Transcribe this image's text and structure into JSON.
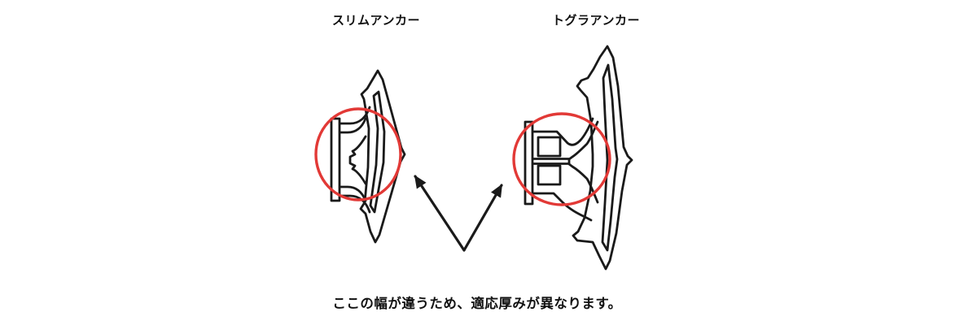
{
  "figures": {
    "left": {
      "label": "スリムアンカー"
    },
    "right": {
      "label": "トグラアンカー"
    }
  },
  "caption": {
    "text": "ここの幅が違うため、適応厚みが異なります。"
  },
  "colors": {
    "line": "#1a1a1a",
    "highlight": "#e23936",
    "text": "#111111",
    "background": "#ffffff"
  },
  "icons": {
    "highlight_circle": "red-ellipse-outline",
    "pointer_arrow": "black-v-arrows"
  }
}
